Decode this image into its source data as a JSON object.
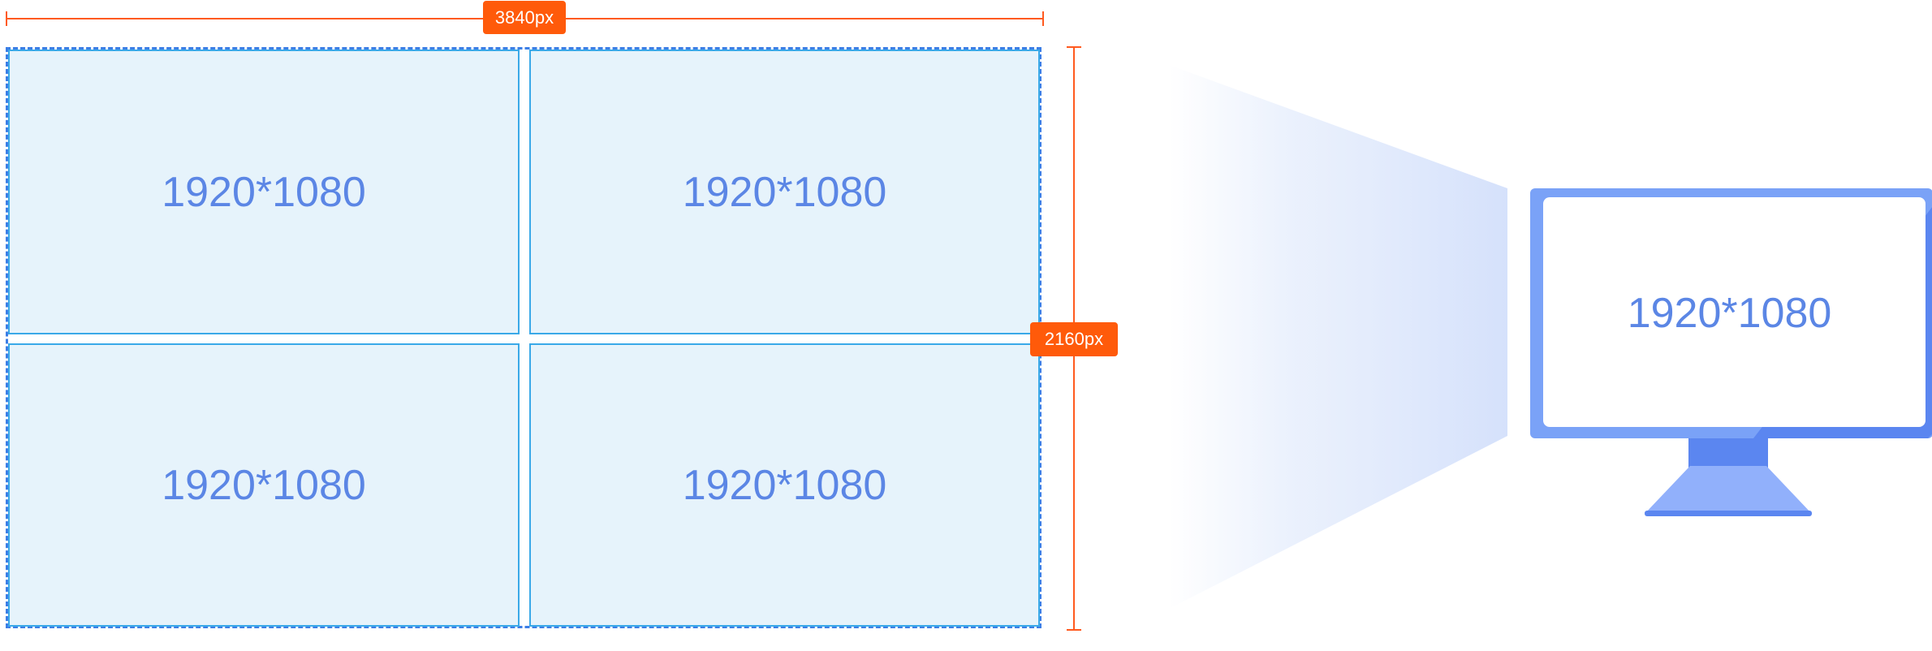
{
  "dimensions": {
    "width_label": "3840px",
    "height_label": "2160px"
  },
  "grid": {
    "cells": [
      {
        "label": "1920*1080"
      },
      {
        "label": "1920*1080"
      },
      {
        "label": "1920*1080"
      },
      {
        "label": "1920*1080"
      }
    ]
  },
  "monitor": {
    "label": "1920*1080"
  },
  "colors": {
    "dimension": "#ff5a0a",
    "frame": "#3b7ee6",
    "cell_fill": "#e6f3fb",
    "cell_border": "#3aa9e8",
    "label_text": "#5b86e5",
    "monitor_body": "#7aa2f7",
    "monitor_stand": "#5b86f0"
  }
}
